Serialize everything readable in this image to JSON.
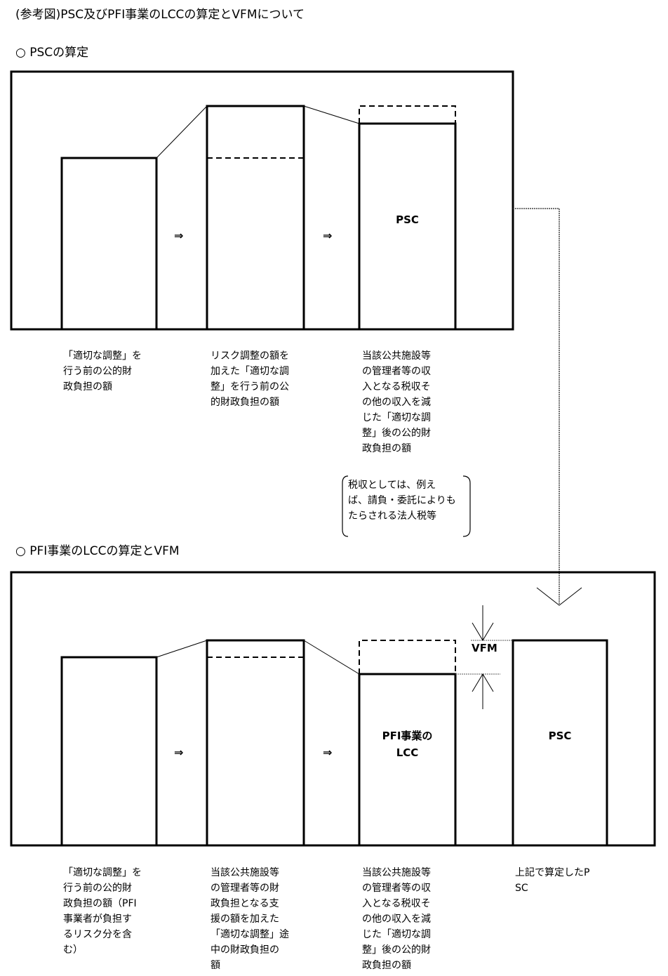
{
  "title": "(参考図)PSC及びPFI事業のLCCの算定とVFMについて",
  "section1": {
    "heading": "○ PSCの算定",
    "arrow1": "⇒",
    "arrow2": "⇒",
    "bar3_label": "PSC",
    "captions": [
      "「適切な調整」を\n行う前の公的財\n政負担の額",
      "リスク調整の額を\n加えた「適切な調\n整」を行う前の公\n的財政負担の額",
      "当該公共施設等\nの管理者等の収\n入となる税収そ\nの他の収入を減\nじた「適切な調\n整」後の公的財\n政負担の額"
    ],
    "note": "税収としては、例え\nば、請負・委託によりも\nたらされる法人税等"
  },
  "section2": {
    "heading": "○ PFI事業のLCCの算定とVFM",
    "arrow1": "⇒",
    "arrow2": "⇒",
    "bar3_label": "PFI事業の\nLCC",
    "bar4_label": "PSC",
    "vfm_label": "VFM",
    "captions": [
      "「適切な調整」を\n行う前の公的財\n政負担の額（PFI\n事業者が負担す\nるリスク分を含\nむ）",
      "当該公共施設等\nの管理者等の財\n政負担となる支\n援の額を加えた\n「適切な調整」途\n中の財政負担の\n額",
      "当該公共施設等\nの管理者等の収\n入となる税収そ\nの他の収入を減\nじた「適切な調\n整」後の公的財\n政負担の額",
      "上記で算定したP\nSC"
    ]
  }
}
